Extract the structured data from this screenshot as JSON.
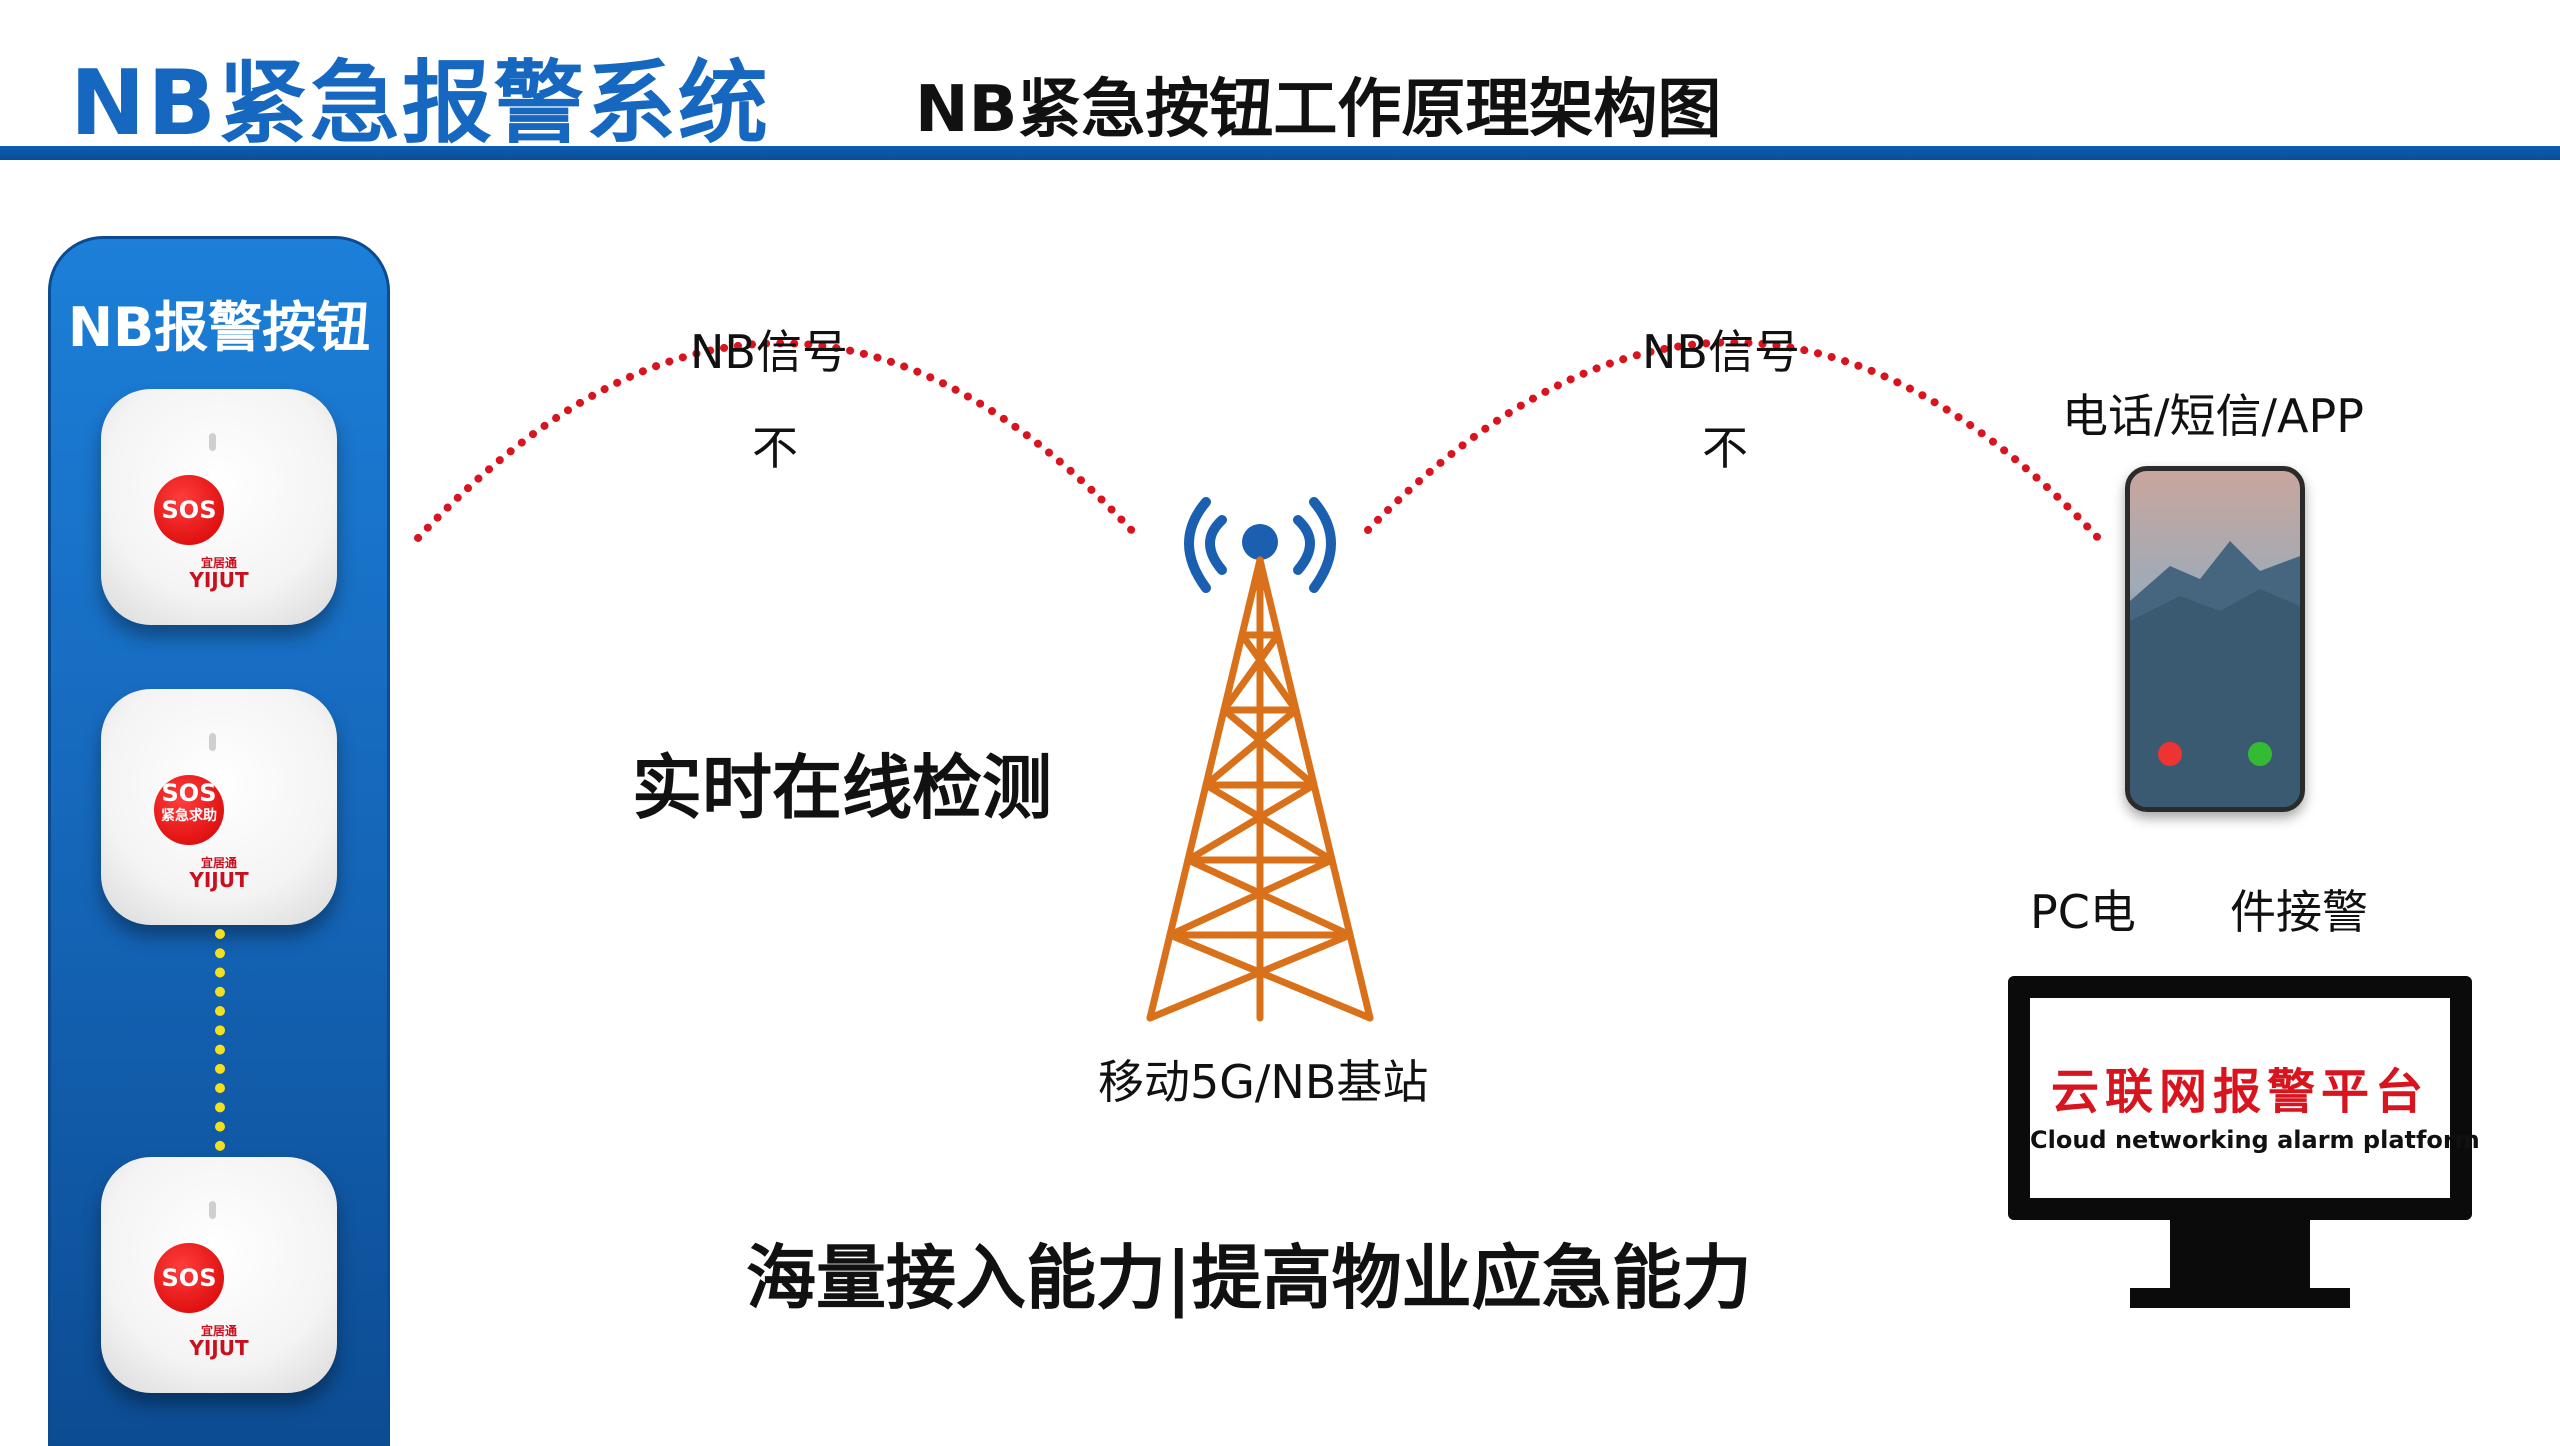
{
  "header": {
    "title": "NB紧急报警系统",
    "subtitle": "NB紧急按钮工作原理架构图"
  },
  "panel": {
    "title": "NB报警按钮",
    "devices": [
      {
        "sos": "SOS",
        "sos_sub": "",
        "brand_cn": "宜居通",
        "brand_en": "YIJUT"
      },
      {
        "sos": "SOS",
        "sos_sub": "紧急求助",
        "brand_cn": "宜居通",
        "brand_en": "YIJUT"
      },
      {
        "sos": "SOS",
        "sos_sub": "",
        "brand_cn": "宜居通",
        "brand_en": "YIJUT"
      }
    ]
  },
  "left_arc": {
    "signal": "NB信号",
    "mark": "不"
  },
  "right_arc": {
    "signal": "NB信号",
    "mark": "不"
  },
  "detection": "实时在线检测",
  "tower": {
    "label": "移动5G/NB基站"
  },
  "phone": {
    "label": "电话/短信/APP"
  },
  "pc": {
    "label_left": "PC电",
    "label_right": "件接警"
  },
  "platform": {
    "name_cn": "云联网报警平台",
    "name_en": "Cloud networking alarm platform"
  },
  "footer": "海量接入能力|提高物业应急能力",
  "colors": {
    "brand_blue": "#1667c0",
    "signal_dots": "#d8141f",
    "tower": "#d9711a",
    "waves": "#1a5fb0",
    "link_dots": "#f3e11f"
  }
}
